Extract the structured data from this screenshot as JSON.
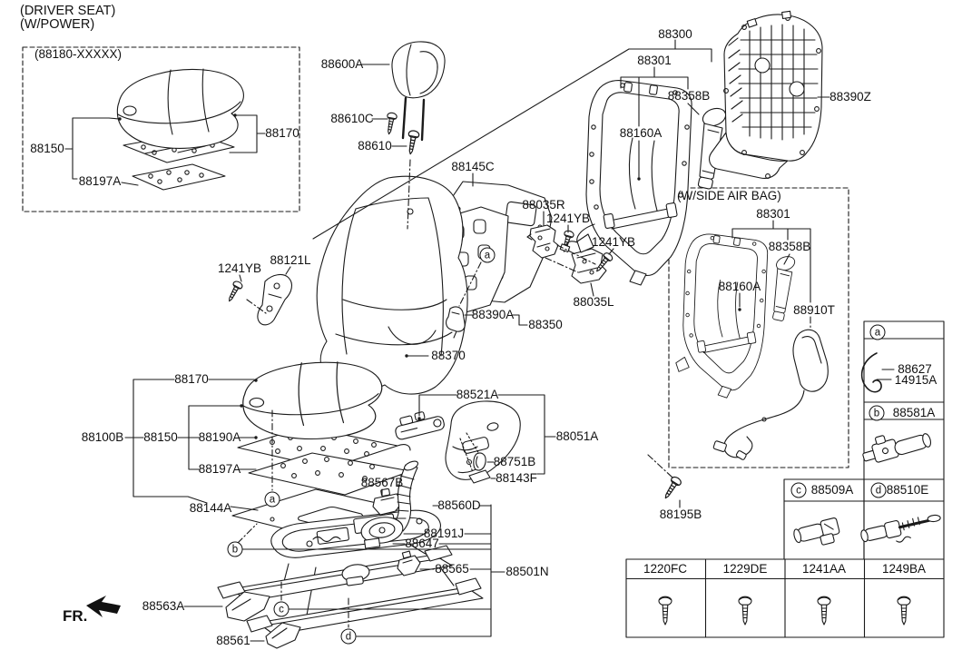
{
  "title": {
    "line1": "(DRIVER SEAT)",
    "line2": "(W/POWER)"
  },
  "inset": {
    "code": "(88180-XXXXX)",
    "pad_assy": "88150",
    "covering": "88170",
    "felt_pad": "88197A"
  },
  "labels": {
    "headrest": "88600A",
    "guide_cap": "88610C",
    "guide": "88610",
    "board_assy": "88145C",
    "shield_inner_r": "88035R",
    "screw_r1": "1241YB",
    "screw_r2": "1241YB",
    "shield_inner_l": "88035L",
    "mounting_bracket": "88121L",
    "screw_l": "1241YB",
    "wire_bracket": "88390A",
    "back_pad": "88350",
    "back_covering": "88370",
    "back_assy": "88300",
    "frame_assy": "88301",
    "back_trim": "88358B",
    "lumbar_support": "88160A",
    "back_panel": "88390Z",
    "airbag_box_title": "(W/SIDE AIR BAG)",
    "ab_frame_assy": "88301",
    "ab_back_trim": "88358B",
    "ab_lumbar_support": "88160A",
    "ab_airbag_module": "88910T",
    "bolt_back": "88195B",
    "cushion_covering": "88170",
    "cushion_assy": "88100B",
    "cushion_pad_assy": "88150",
    "heater_mat": "88190A",
    "felt_pad": "88197A",
    "pan_assy": "88144A",
    "switch_assy": "88521A",
    "side_shield": "88051A",
    "knob_recline": "88751B",
    "cap_shield": "88143F",
    "clip_duct": "88567B",
    "duct_assy": "88560D",
    "blower_unit": "88191J",
    "blower_bracket": "88647",
    "harness_clip": "88565",
    "track_assy": "88501N",
    "cover_outer_front": "88563A",
    "cover_inner_front": "88561",
    "fr": "FR."
  },
  "legend": {
    "a": {
      "letter": "a",
      "wire1": "88627",
      "wire2": "14915A"
    },
    "b": {
      "letter": "b",
      "part": "88581A"
    },
    "c": {
      "letter": "c",
      "part": "88509A"
    },
    "d": {
      "letter": "d",
      "part": "88510E"
    },
    "screws": [
      {
        "code": "1220FC"
      },
      {
        "code": "1229DE"
      },
      {
        "code": "1241AA"
      },
      {
        "code": "1249BA"
      }
    ]
  },
  "markers": {
    "a": "a",
    "b": "b",
    "c": "c",
    "d": "d"
  },
  "colors": {
    "ink": "#1a1a1a",
    "background": "#ffffff"
  }
}
